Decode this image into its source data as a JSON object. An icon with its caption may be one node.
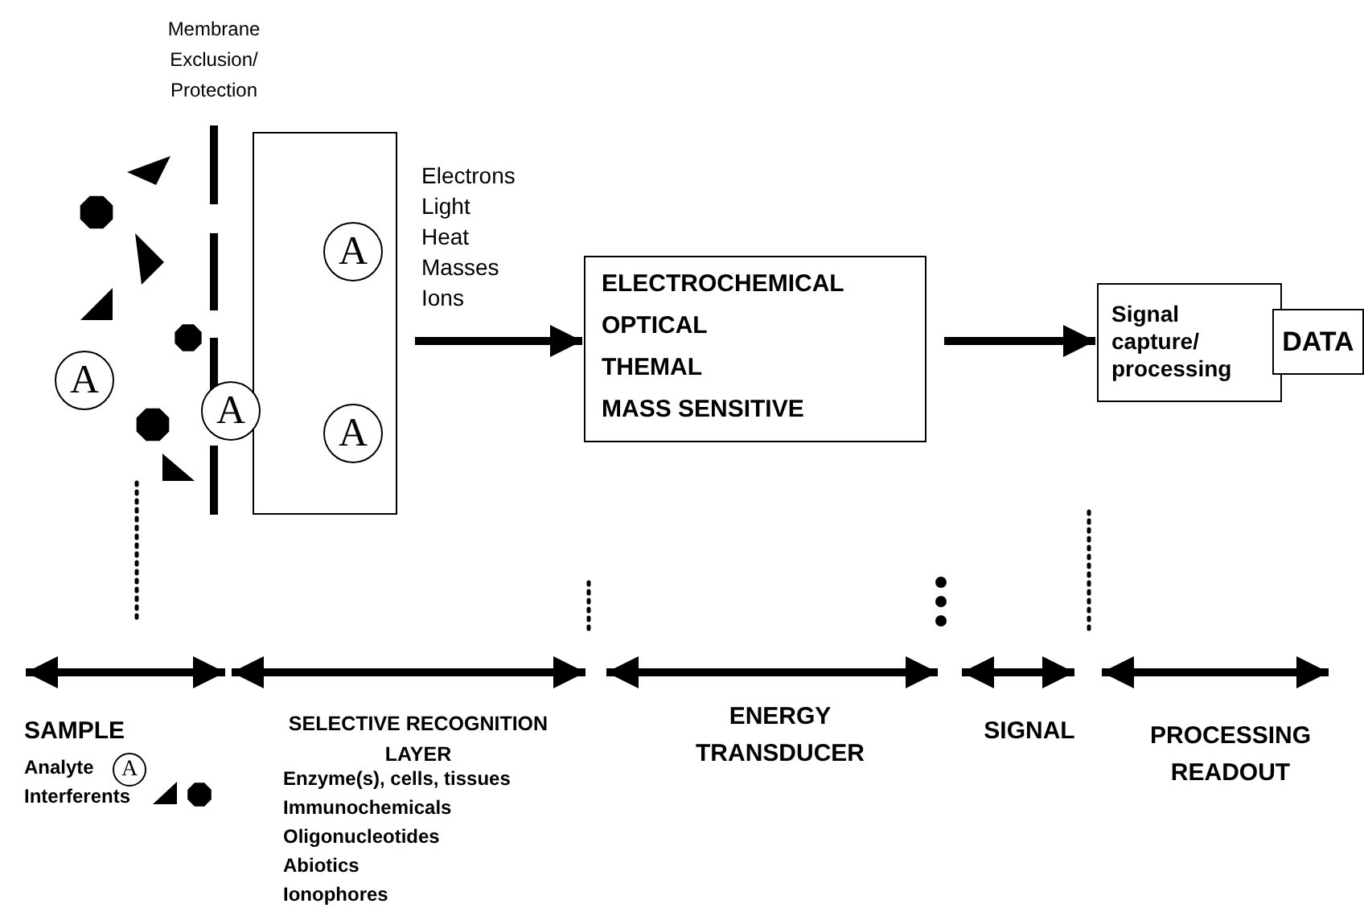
{
  "diagram": {
    "nodes": [
      {
        "text": [],
        "shape": "box"
      },
      {
        "text": [
          "A"
        ],
        "in": 0
      },
      {
        "text": [
          "A"
        ],
        "in": 0
      },
      {
        "text": [
          "A"
        ]
      },
      {
        "text": [
          "A"
        ]
      },
      {
        "text": [
          "ELECTROCHEMICAL",
          "OPTICAL",
          "THEMAL",
          "MASS SENSITIVE"
        ]
      },
      {
        "text": [
          "Signal capture/ processing"
        ]
      },
      {
        "text": [
          "DATA"
        ]
      }
    ],
    "edges": [
      {
        "from": 0,
        "to": 5,
        "arrow": "to",
        "label": "Electrons Light Heat Masses Ions"
      },
      {
        "from": 5,
        "to": 6,
        "arrow": "to"
      }
    ],
    "labels": [
      "Membrane Exclusion/ Protection",
      "SAMPLE",
      "Analyte",
      "A",
      "Interferents",
      "SELECTIVE RECOGNITION LAYER",
      "Enzyme(s), cells, tissues",
      "Immunochemicals",
      "Oligonucleotides",
      "Abiotics",
      "Ionophores",
      "ENERGY TRANSDUCER",
      "SIGNAL",
      "PROCESSING READOUT"
    ]
  }
}
